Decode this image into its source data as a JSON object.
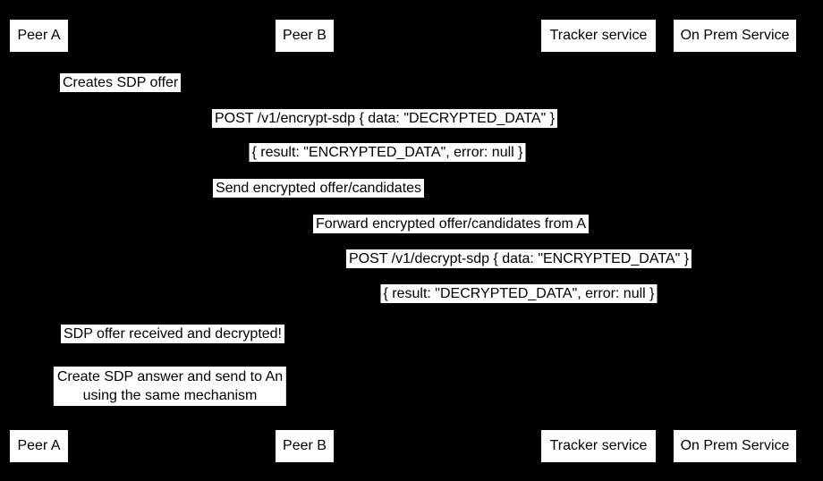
{
  "colors": {
    "background": "#000000",
    "label_background": "#ffffff",
    "label_text": "#000000"
  },
  "actors": [
    {
      "label": "Peer A"
    },
    {
      "label": "Peer B"
    },
    {
      "label": "Tracker service"
    },
    {
      "label": "On Prem Service"
    }
  ],
  "messages": [
    {
      "text": "Creates SDP offer"
    },
    {
      "text": "POST /v1/encrypt-sdp { data: \"DECRYPTED_DATA\" }"
    },
    {
      "text": "{ result: \"ENCRYPTED_DATA\", error: null }"
    },
    {
      "text": "Send encrypted offer/candidates"
    },
    {
      "text": "Forward encrypted offer/candidates from A"
    },
    {
      "text": "POST /v1/decrypt-sdp { data: \"ENCRYPTED_DATA\" }"
    },
    {
      "text": "{ result: \"DECRYPTED_DATA\", error: null }"
    },
    {
      "text": "SDP offer received and decrypted!"
    }
  ],
  "note": {
    "line1": "Create SDP answer and send to An",
    "line2": "using the same mechanism"
  }
}
